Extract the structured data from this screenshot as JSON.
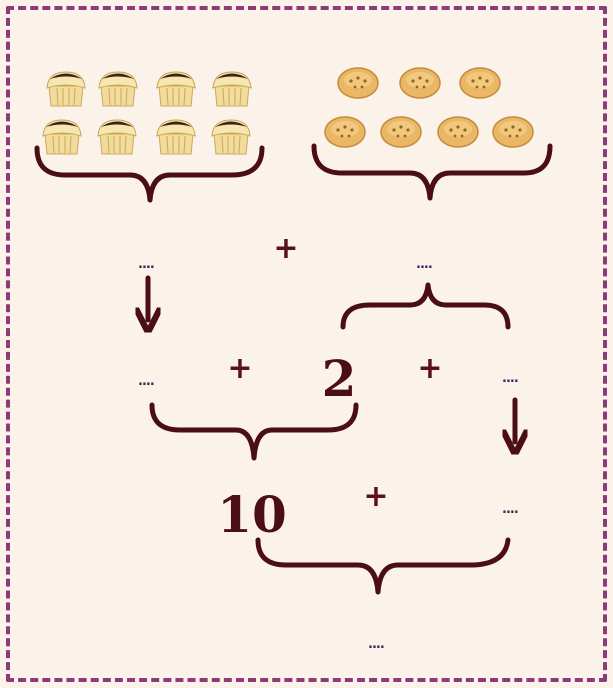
{
  "colors": {
    "border": "#8b3a7a",
    "brace": "#4a0e14",
    "text": "#4a0e14",
    "background": "#fbf3ea",
    "cupcake_cake": "#f2dc9c",
    "cupcake_frosting": "#3b2418",
    "biscuit": "#e9b765"
  },
  "groups": {
    "cupcakes": {
      "count": 8,
      "icon": "cupcake-icon"
    },
    "biscuits": {
      "count": 7,
      "icon": "biscuit-icon"
    }
  },
  "row1": {
    "left": "....",
    "op": "+",
    "right": "...."
  },
  "row2": {
    "left": "....",
    "op1": "+",
    "number": "2",
    "op2": "+",
    "right": "...."
  },
  "row3": {
    "number": "10",
    "op": "+",
    "right": "...."
  },
  "result": "...."
}
